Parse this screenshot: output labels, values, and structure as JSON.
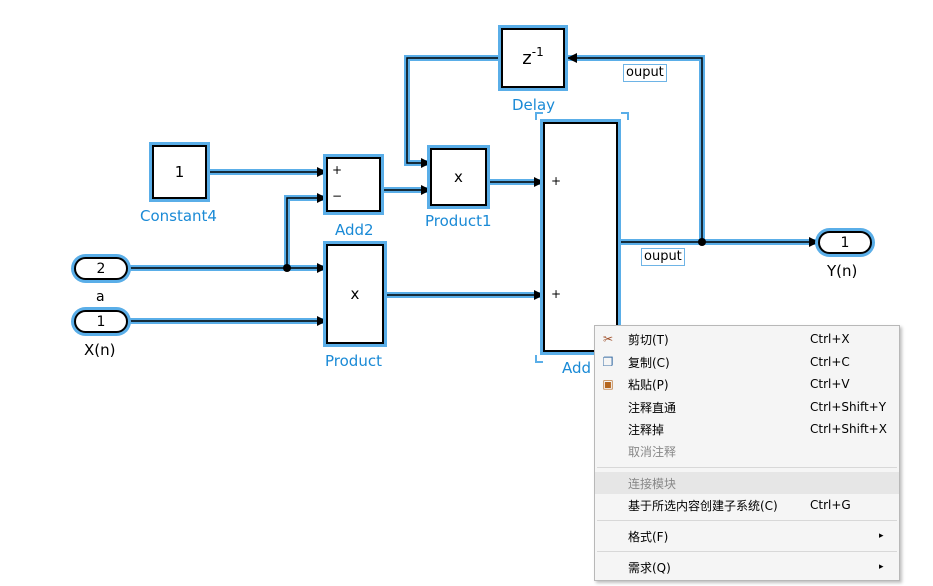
{
  "diagram": {
    "blocks": {
      "delay": {
        "content": "z",
        "exponent": "-1",
        "label": "Delay"
      },
      "constant4": {
        "content": "1",
        "label": "Constant4"
      },
      "add2": {
        "sign_plus": "+",
        "sign_minus": "−",
        "label": "Add2"
      },
      "product1": {
        "content": "x",
        "label": "Product1"
      },
      "product": {
        "content": "x",
        "label": "Product"
      },
      "add": {
        "sign1": "+",
        "sign2": "+",
        "label": "Add"
      }
    },
    "inports": [
      {
        "number": "2",
        "label": "a"
      },
      {
        "number": "1",
        "label": "X(n)"
      }
    ],
    "outport": {
      "number": "1",
      "label": "Y(n)"
    },
    "signal_labels": [
      "ouput",
      "ouput"
    ]
  },
  "context_menu": {
    "items": [
      {
        "icon": "cut-icon",
        "label": "剪切(T)",
        "shortcut": "Ctrl+X"
      },
      {
        "icon": "copy-icon",
        "label": "复制(C)",
        "shortcut": "Ctrl+C"
      },
      {
        "icon": "paste-icon",
        "label": "粘贴(P)",
        "shortcut": "Ctrl+V"
      },
      {
        "label": "注释直通",
        "shortcut": "Ctrl+Shift+Y"
      },
      {
        "label": "注释掉",
        "shortcut": "Ctrl+Shift+X"
      },
      {
        "label": "取消注释",
        "disabled": true
      },
      {
        "label": "连接模块",
        "disabled": true,
        "highlighted": true
      },
      {
        "label": "基于所选内容创建子系统(C)",
        "shortcut": "Ctrl+G"
      },
      {
        "label": "格式(F)",
        "submenu": "▸"
      },
      {
        "label": "需求(Q)",
        "submenu": "▸"
      }
    ]
  },
  "colors": {
    "selection": "#5aaee8",
    "label": "#1a8ad6",
    "menu_bg": "#f5f5f5"
  }
}
